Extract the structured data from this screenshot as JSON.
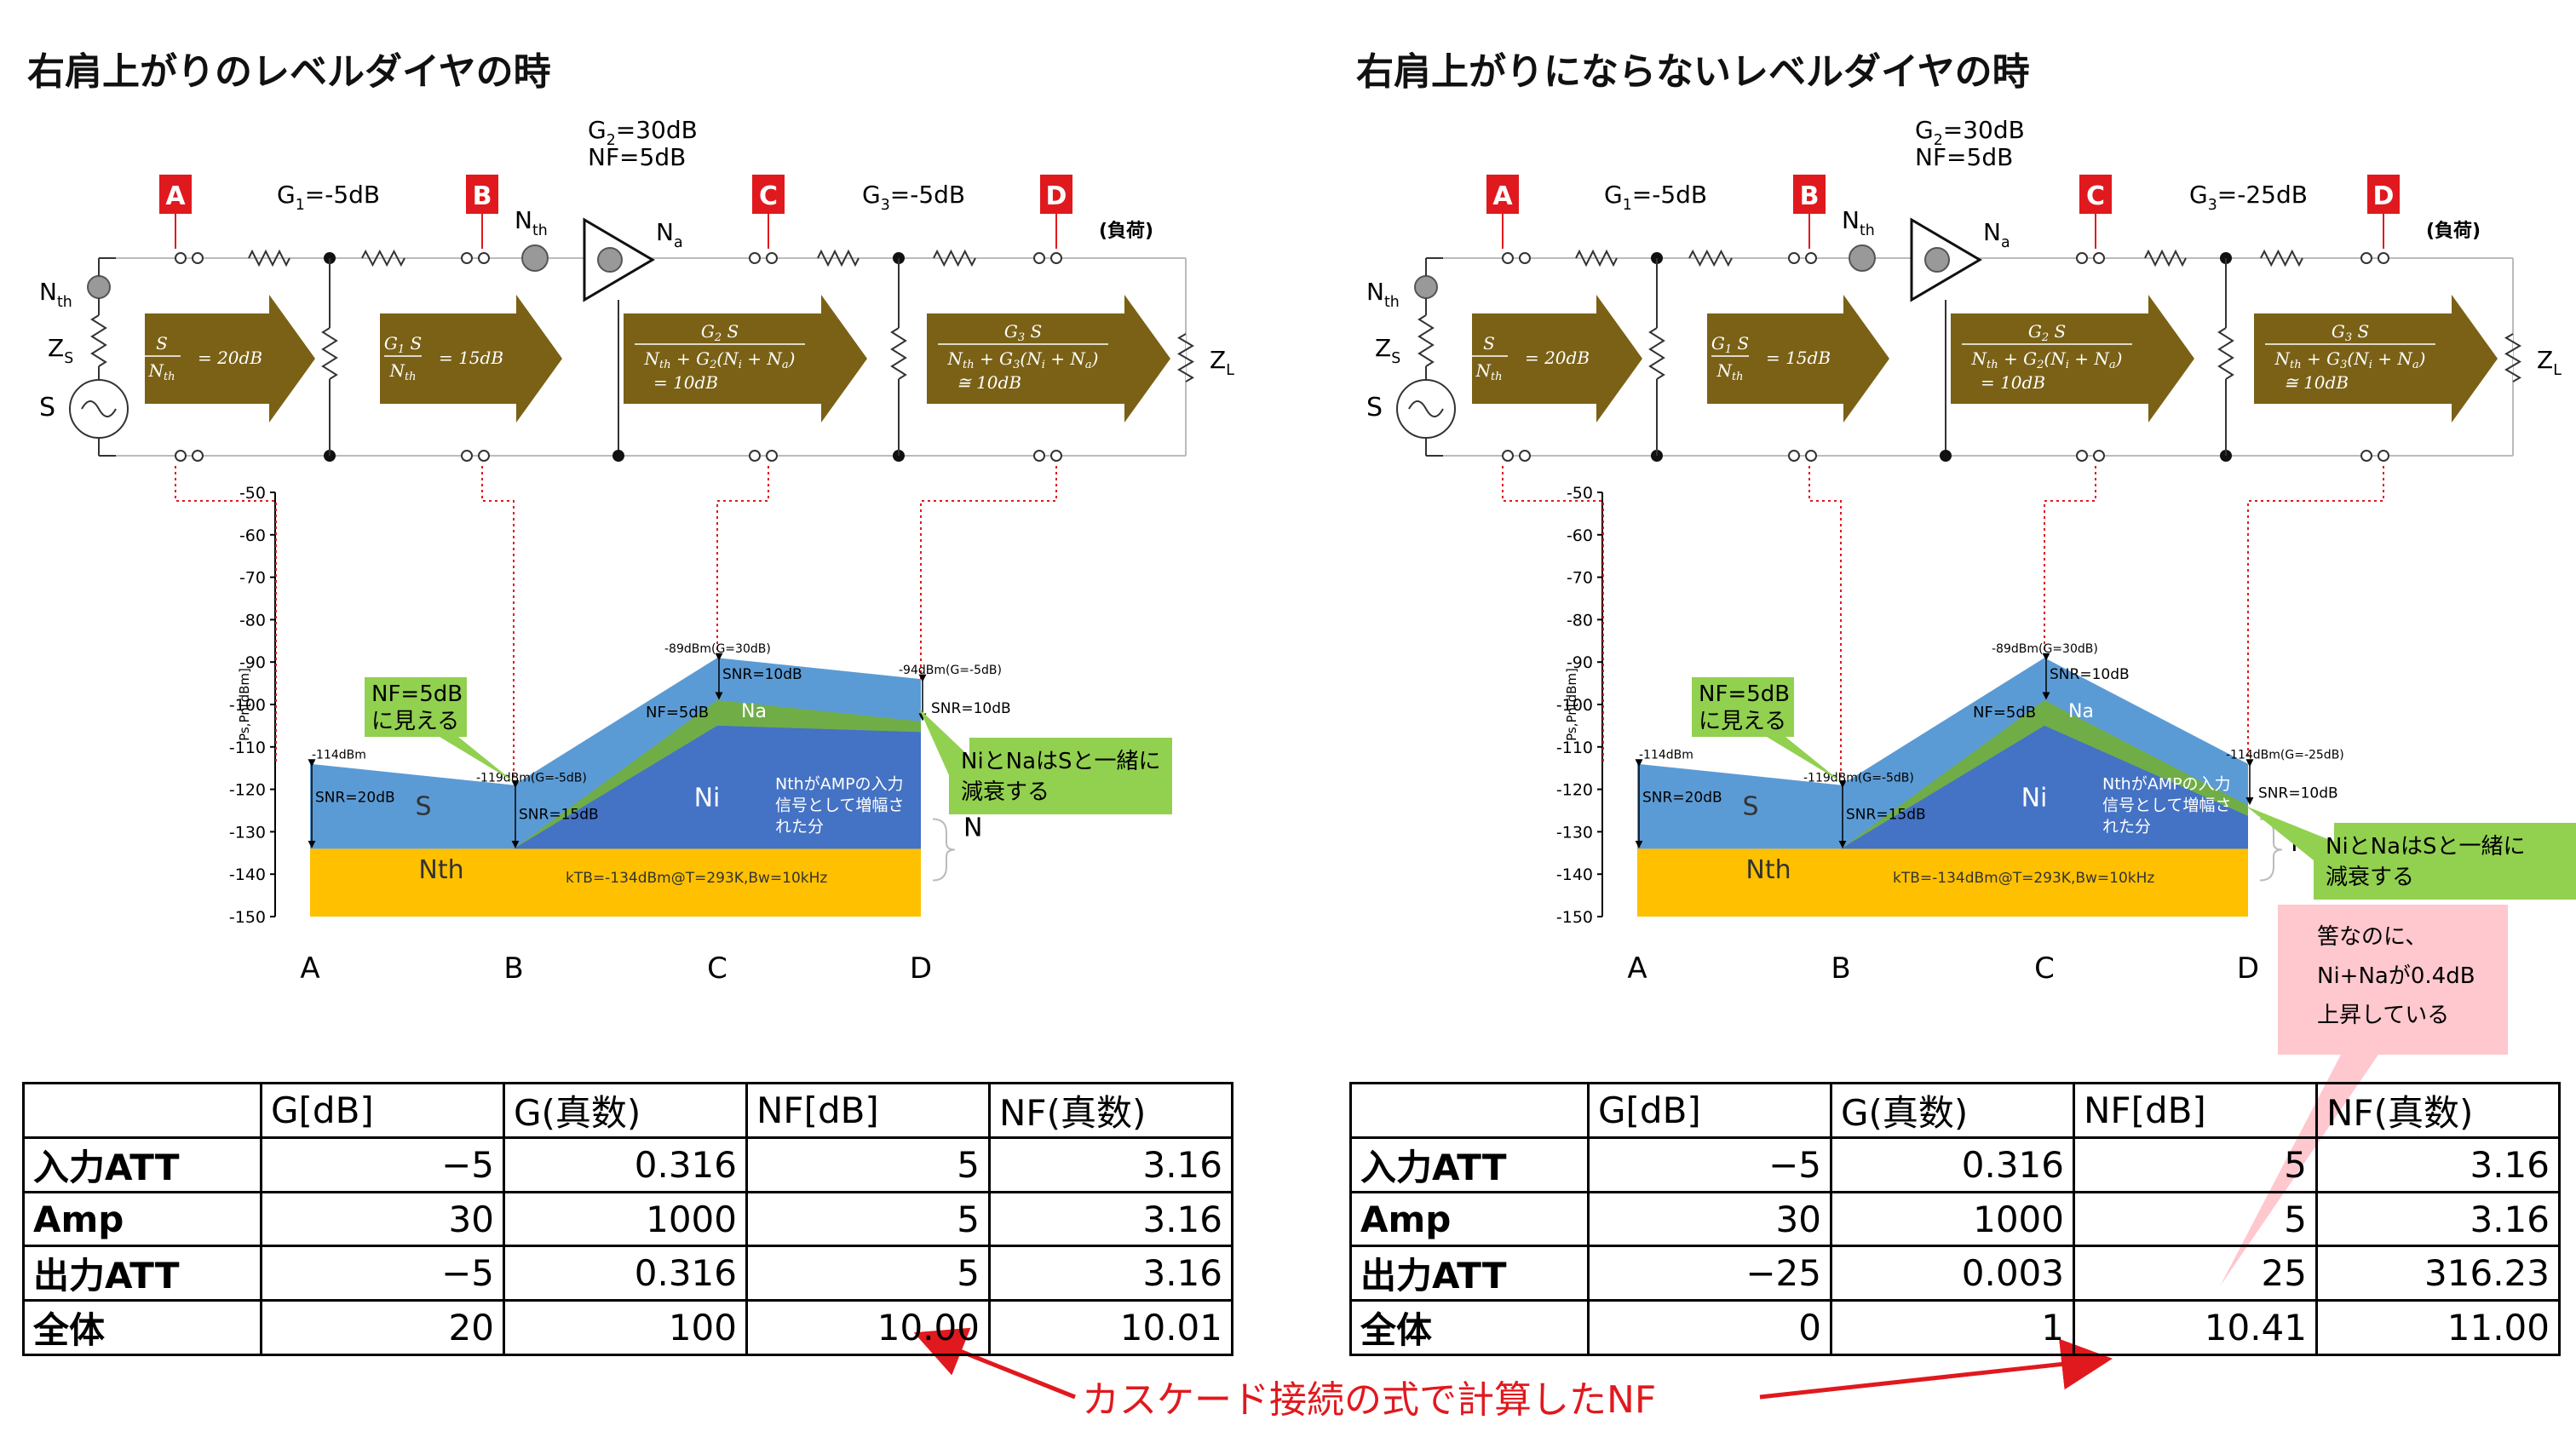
{
  "panels": [
    {
      "heading": "右肩上がりのレベルダイヤの時",
      "circuit": {
        "nodes": [
          "A",
          "B",
          "C",
          "D"
        ],
        "g1": [
          "G",
          "1",
          "=-5dB"
        ],
        "g2": [
          "G",
          "2",
          "=30dB"
        ],
        "nf": "NF=5dB",
        "g3": [
          "G",
          "3",
          "=-5dB"
        ],
        "nth": [
          "N",
          "th"
        ],
        "na": [
          "N",
          "a"
        ],
        "zs": [
          "Z",
          "S"
        ],
        "zl": [
          "Z",
          "L"
        ],
        "s": "S",
        "load": "(負荷)",
        "arrows": [
          {
            "num": "S",
            "den": "N_th",
            "rhs": "= 20dB"
          },
          {
            "num": "G_1 S",
            "den": "N_th",
            "rhs": "= 15dB"
          },
          {
            "num": "G_2 S",
            "den": "N_th + G_2(N_i + N_a)",
            "rhs": "= 10dB"
          },
          {
            "num": "G_3 S",
            "den": "N_th + G_3(N_i + N_a)",
            "rhs": "≅ 10dB"
          }
        ]
      },
      "diagram": {
        "ylabel": "Ps,Pn[dBm]",
        "yticks": [
          "-50",
          "-60",
          "-70",
          "-80",
          "-90",
          "-100",
          "-110",
          "-120",
          "-130",
          "-140",
          "-150"
        ],
        "xlabels": [
          "A",
          "B",
          "C",
          "D"
        ],
        "point_labels": [
          "-114dBm",
          "-119dBm(G=-5dB)",
          "-89dBm(G=30dB)",
          "-94dBm(G=-5dB)"
        ],
        "snr_labels": [
          "SNR=20dB",
          "SNR=15dB",
          "SNR=10dB",
          "SNR=10dB"
        ],
        "region_labels": {
          "s": "S",
          "ni": "Ni",
          "nth": "Nth",
          "na": "Na",
          "nf": "NF=5dB",
          "n": "N"
        },
        "amp_note": [
          "Nthが",
          "AMPの入力",
          "信号として増幅さ",
          "れた分"
        ],
        "ktb": "kTB=-134dBm@T=293K,Bw=10kHz",
        "callout_nf": [
          "NF=5dB",
          "に見える"
        ],
        "callout_att": [
          "NiとNaはSと一緒に",
          "減衰する"
        ]
      },
      "table": {
        "headers": [
          "",
          "G[dB]",
          "G(真数)",
          "NF[dB]",
          "NF(真数)"
        ],
        "rows": [
          [
            "入力ATT",
            "−5",
            "0.316",
            "5",
            "3.16"
          ],
          [
            "Amp",
            "30",
            "1000",
            "5",
            "3.16"
          ],
          [
            "出力ATT",
            "−5",
            "0.316",
            "5",
            "3.16"
          ],
          [
            "全体",
            "20",
            "100",
            "10.00",
            "10.01"
          ]
        ]
      }
    },
    {
      "heading": "右肩上がりにならないレベルダイヤの時",
      "circuit": {
        "nodes": [
          "A",
          "B",
          "C",
          "D"
        ],
        "g1": [
          "G",
          "1",
          "=-5dB"
        ],
        "g2": [
          "G",
          "2",
          "=30dB"
        ],
        "nf": "NF=5dB",
        "g3": [
          "G",
          "3",
          "=-25dB"
        ],
        "nth": [
          "N",
          "th"
        ],
        "na": [
          "N",
          "a"
        ],
        "zs": [
          "Z",
          "S"
        ],
        "zl": [
          "Z",
          "L"
        ],
        "s": "S",
        "load": "(負荷)",
        "arrows": [
          {
            "num": "S",
            "den": "N_th",
            "rhs": "= 20dB"
          },
          {
            "num": "G_1 S",
            "den": "N_th",
            "rhs": "= 15dB"
          },
          {
            "num": "G_2 S",
            "den": "N_th + G_2(N_i + N_a)",
            "rhs": "= 10dB"
          },
          {
            "num": "G_3 S",
            "den": "N_th + G_3(N_i + N_a)",
            "rhs": "≅ 10dB"
          }
        ]
      },
      "diagram": {
        "ylabel": "Ps,Pn[dBm]",
        "yticks": [
          "-50",
          "-60",
          "-70",
          "-80",
          "-90",
          "-100",
          "-110",
          "-120",
          "-130",
          "-140",
          "-150"
        ],
        "xlabels": [
          "A",
          "B",
          "C",
          "D"
        ],
        "point_labels": [
          "-114dBm",
          "-119dBm(G=-5dB)",
          "-89dBm(G=30dB)",
          "-114dBm(G=-25dB)"
        ],
        "snr_labels": [
          "SNR=20dB",
          "SNR=15dB",
          "SNR=10dB",
          "SNR=10dB"
        ],
        "region_labels": {
          "s": "S",
          "ni": "Ni",
          "nth": "Nth",
          "na": "Na",
          "nf": "NF=5dB",
          "n": "N"
        },
        "amp_note": [
          "Nthが",
          "AMPの入力",
          "信号として増幅さ",
          "れた分"
        ],
        "ktb": "kTB=-134dBm@T=293K,Bw=10kHz",
        "callout_nf": [
          "NF=5dB",
          "に見える"
        ],
        "callout_att": [
          "NiとNaはSと一緒に",
          "減衰する"
        ],
        "callout_pink": [
          "筈なのに、",
          "Ni+Naが0.4dB",
          "上昇している"
        ]
      },
      "table": {
        "headers": [
          "",
          "G[dB]",
          "G(真数)",
          "NF[dB]",
          "NF(真数)"
        ],
        "rows": [
          [
            "入力ATT",
            "−5",
            "0.316",
            "5",
            "3.16"
          ],
          [
            "Amp",
            "30",
            "1000",
            "5",
            "3.16"
          ],
          [
            "出力ATT",
            "−25",
            "0.003",
            "25",
            "316.23"
          ],
          [
            "全体",
            "0",
            "1",
            "10.41",
            "11.00"
          ]
        ]
      }
    }
  ],
  "footer_label": "カスケード接続の式で計算したNF",
  "colors": {
    "marker_red": "#E0191E",
    "arrow_olive": "#7A6116",
    "nth_yellow": "#FFC000",
    "s_lightblue": "#5B9BD5",
    "ni_blue": "#4472C4",
    "na_green": "#70AD47",
    "callout_green": "#92D050",
    "callout_pink": "#FFC7CE"
  }
}
